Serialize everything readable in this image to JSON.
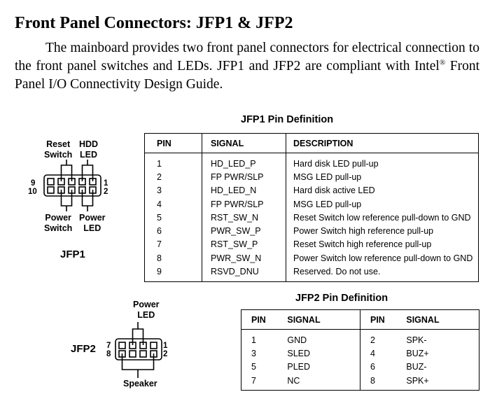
{
  "title": "Front Panel Connectors: JFP1 & JFP2",
  "intro": {
    "before_reg": "The mainboard provides two front panel connectors for electrical connection to the front panel switches and LEDs. JFP1 and JFP2 are compliant with Intel",
    "reg": "®",
    "after_reg": " Front Panel I/O Connectivity Design Guide."
  },
  "jfp1": {
    "caption": "JFP1 Pin Definition",
    "diagram": {
      "label_reset": "Reset\nSwitch",
      "label_hdd": "HDD\nLED",
      "label_power_switch": "Power\nSwitch",
      "label_power_led": "Power\nLED",
      "pin_9": "9",
      "pin_10": "10",
      "pin_1": "1",
      "pin_2": "2",
      "name": "JFP1"
    },
    "headers": [
      "PIN",
      "SIGNAL",
      "DESCRIPTION"
    ],
    "rows": [
      [
        "1",
        "HD_LED_P",
        "Hard disk LED pull-up"
      ],
      [
        "2",
        "FP PWR/SLP",
        "MSG LED pull-up"
      ],
      [
        "3",
        "HD_LED_N",
        "Hard disk active LED"
      ],
      [
        "4",
        "FP PWR/SLP",
        "MSG LED pull-up"
      ],
      [
        "5",
        "RST_SW_N",
        "Reset Switch low reference pull-down to GND"
      ],
      [
        "6",
        "PWR_SW_P",
        "Power Switch high reference pull-up"
      ],
      [
        "7",
        "RST_SW_P",
        "Reset Switch high reference pull-up"
      ],
      [
        "8",
        "PWR_SW_N",
        "Power Switch low reference pull-down to GND"
      ],
      [
        "9",
        "RSVD_DNU",
        "Reserved. Do not use."
      ]
    ]
  },
  "jfp2": {
    "caption": "JFP2 Pin Definition",
    "diagram": {
      "label_power_led": "Power\nLED",
      "label_speaker": "Speaker",
      "pin_7": "7",
      "pin_8": "8",
      "pin_1": "1",
      "pin_2": "2",
      "name": "JFP2"
    },
    "headers": [
      "PIN",
      "SIGNAL",
      "PIN",
      "SIGNAL"
    ],
    "rows": [
      [
        "1",
        "GND",
        "2",
        "SPK-"
      ],
      [
        "3",
        "SLED",
        "4",
        "BUZ+"
      ],
      [
        "5",
        "PLED",
        "6",
        "BUZ-"
      ],
      [
        "7",
        "NC",
        "8",
        "SPK+"
      ]
    ]
  }
}
